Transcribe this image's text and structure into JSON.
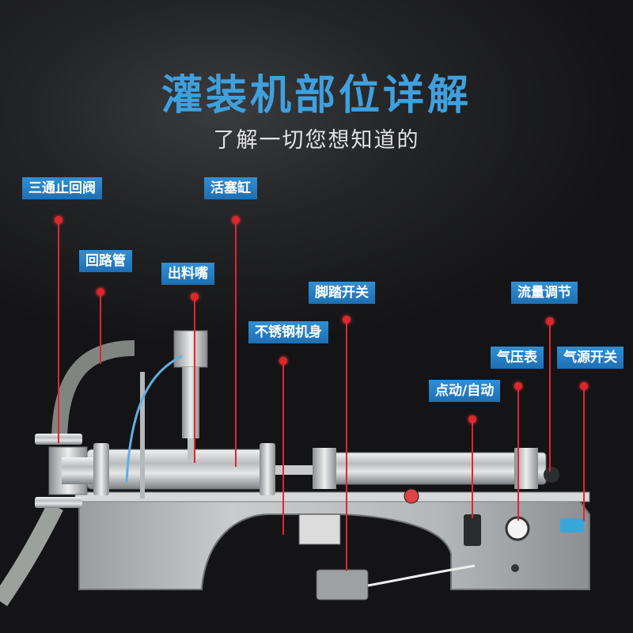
{
  "header": {
    "title": "灌装机部位详解",
    "subtitle": "了解一切您想知道的"
  },
  "labels": {
    "three_way_check_valve": "三通止回阀",
    "piston_cylinder": "活塞缸",
    "return_pipe": "回路管",
    "discharge_nozzle": "出料嘴",
    "foot_pedal_switch": "脚踏开关",
    "flow_adjust": "流量调节",
    "stainless_body": "不锈钢机身",
    "pressure_gauge": "气压表",
    "air_switch": "气源开关",
    "manual_auto": "点动/自动"
  },
  "colors": {
    "title_blue": "#3fa0dd",
    "label_bg": "#2378bd",
    "leader_red": "#e0262b"
  }
}
